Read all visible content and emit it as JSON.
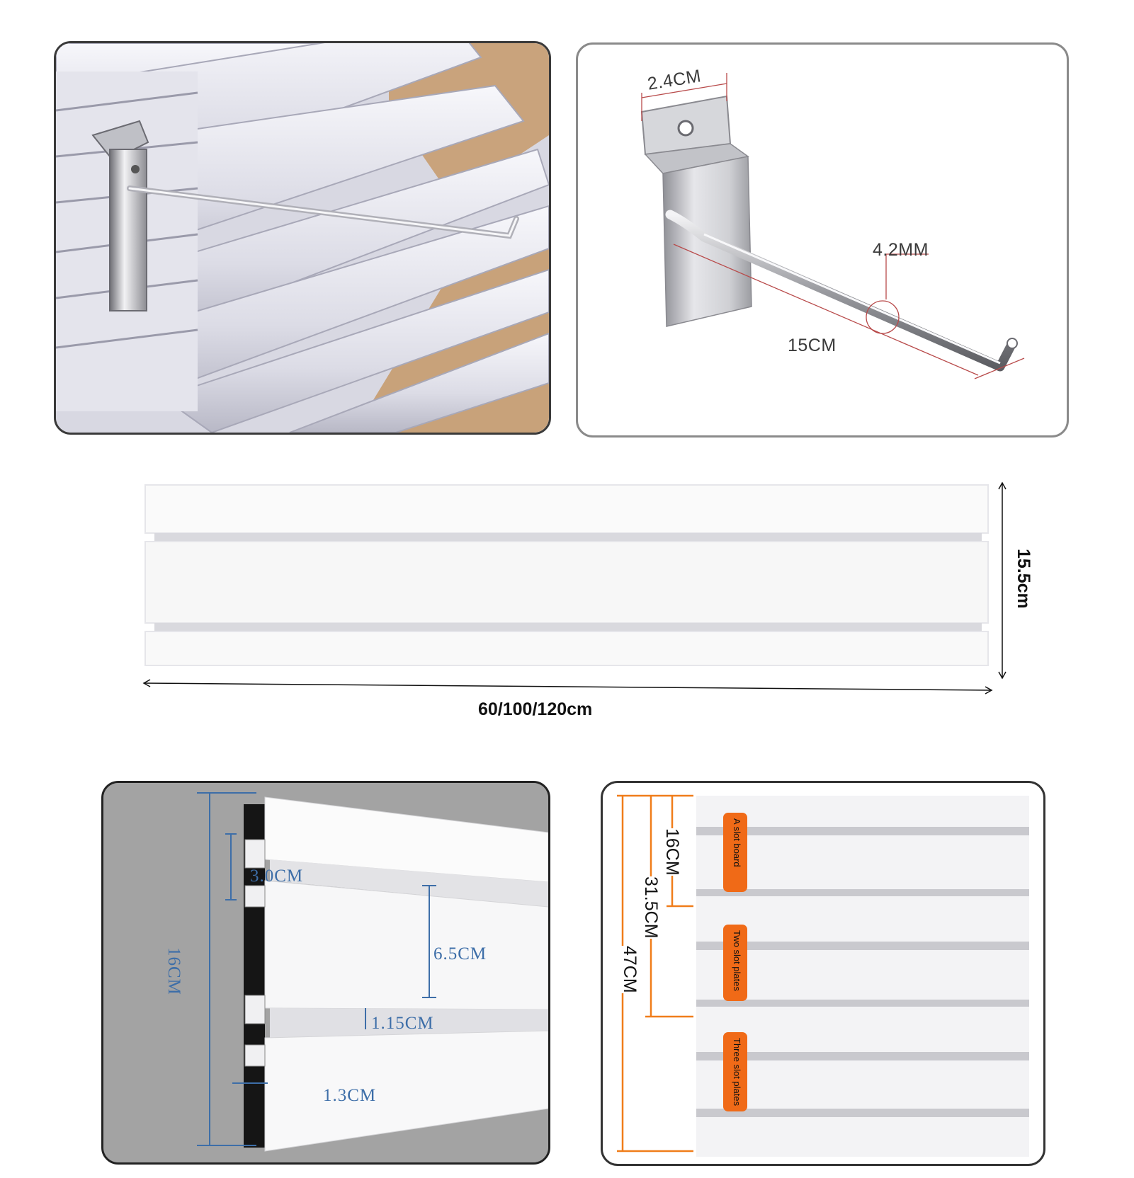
{
  "hook_diagram": {
    "width_label": "2.4CM",
    "diameter_label": "4.2MM",
    "length_label": "15CM"
  },
  "board_diagram": {
    "height_label": "15.5cm",
    "length_label": "60/100/120cm"
  },
  "profile_diagram": {
    "total_height_label": "16CM",
    "slot_gap_label": "3.0CM",
    "panel_height_label": "6.5CM",
    "slot_opening_label": "1.15CM",
    "depth_label": "1.3CM"
  },
  "stack_diagram": {
    "one_slot_height_label": "16CM",
    "two_slot_height_label": "31.5CM",
    "three_slot_height_label": "47CM",
    "tags": [
      "A slot board",
      "Two slot plates",
      "Three slot plates"
    ],
    "tag_color": "#f06a17"
  }
}
